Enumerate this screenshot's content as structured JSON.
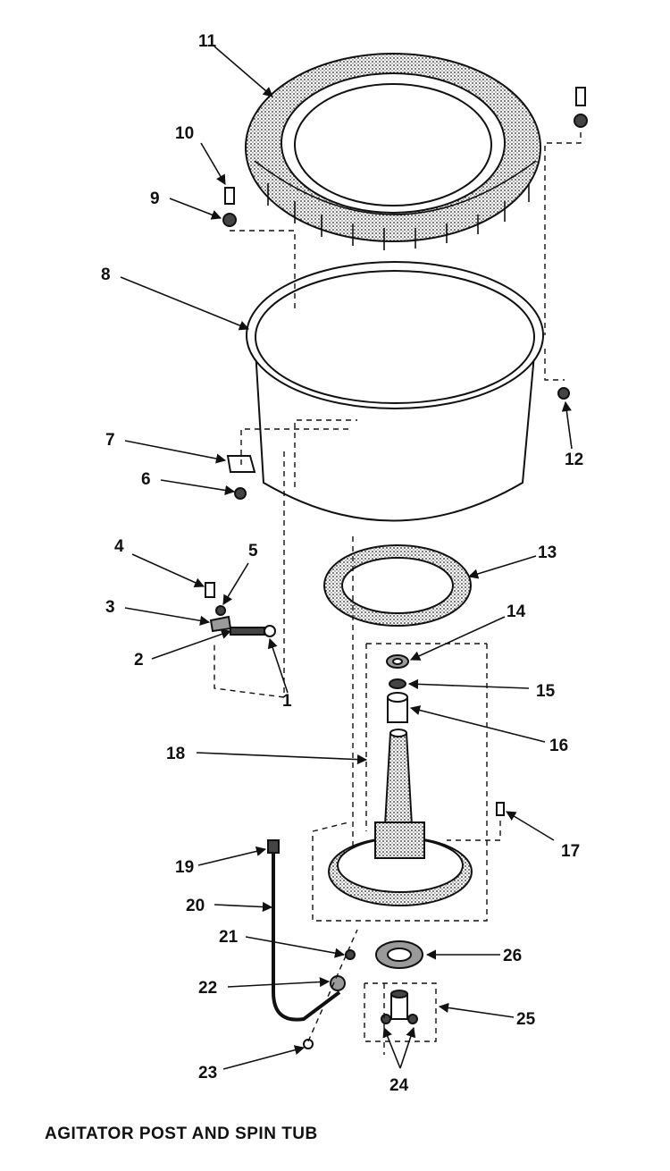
{
  "title": "AGITATOR POST AND SPIN TUB",
  "callouts": {
    "c1": "1",
    "c2": "2",
    "c3": "3",
    "c4": "4",
    "c5": "5",
    "c6": "6",
    "c7": "7",
    "c8": "8",
    "c9": "9",
    "c10": "10",
    "c11": "11",
    "c12": "12",
    "c13": "13",
    "c14": "14",
    "c15": "15",
    "c16": "16",
    "c17": "17",
    "c18": "18",
    "c19": "19",
    "c20": "20",
    "c21": "21",
    "c22": "22",
    "c23": "23",
    "c24": "24",
    "c25": "25",
    "c26": "26"
  }
}
